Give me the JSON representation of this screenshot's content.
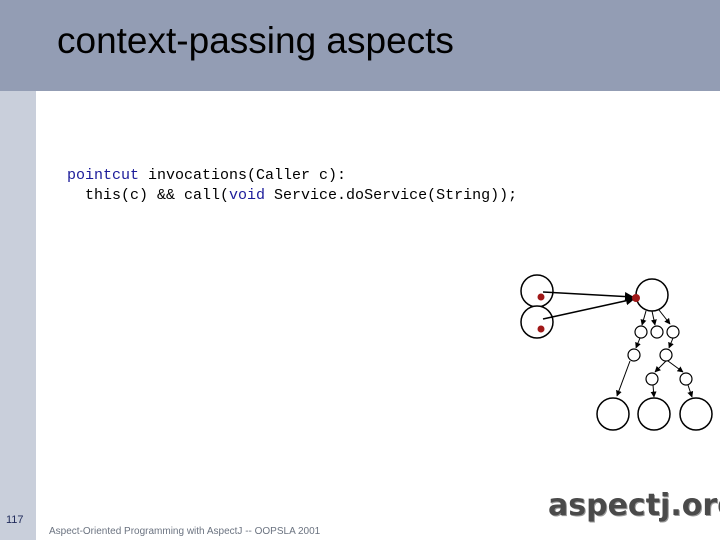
{
  "slide": {
    "title": "context-passing aspects",
    "code_line1_keyword": "pointcut",
    "code_line1_rest": " invocations(Caller c):",
    "code_line2_prefix": "  this(c) && call(",
    "code_line2_keyword": "void",
    "code_line2_rest": " Service.doService(String));",
    "page_number": "117",
    "footer": "Aspect-Oriented Programming with AspectJ -- OOPSLA 2001",
    "logo": "aspectj.org"
  },
  "colors": {
    "title_bar": "#939db4",
    "left_rail": "#c9cfdb",
    "keyword": "#1b1b9a",
    "join_point": "#a01818"
  }
}
